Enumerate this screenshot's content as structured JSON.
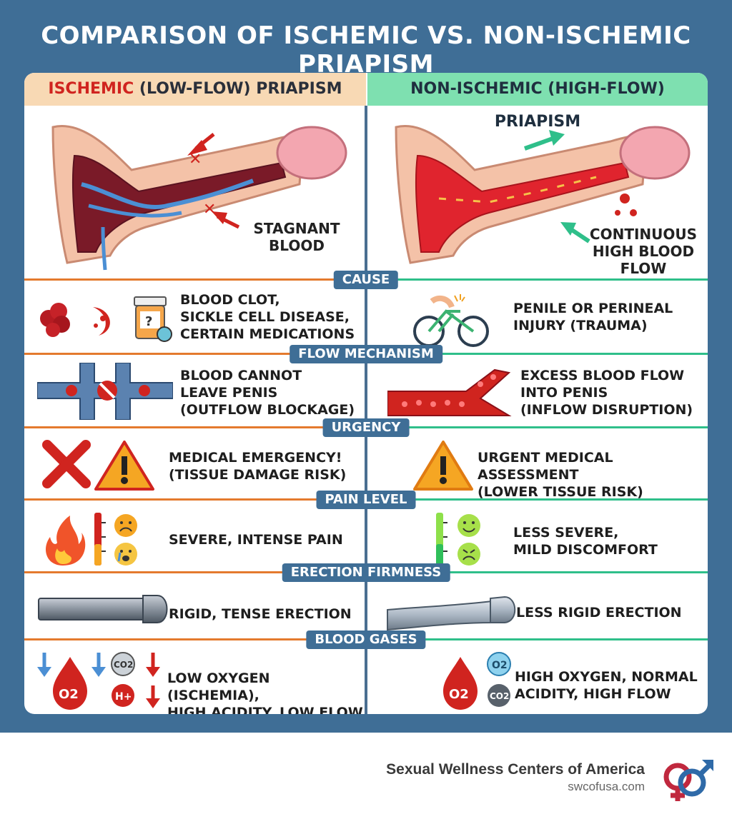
{
  "title": "COMPARISON OF ISCHEMIC VS. NON-ISCHEMIC PRIAPISM",
  "headers": {
    "left_accent": "ISCHEMIC",
    "left_rest": " (LOW-FLOW) PRIAPISM",
    "right": "NON-ISCHEMIC (HIGH-FLOW) PRIAPISM"
  },
  "illustrations": {
    "left_label": "STAGNANT\nBLOOD",
    "right_label": "CONTINUOUS\nHIGH BLOOD FLOW"
  },
  "rows": [
    {
      "label": "CAUSE",
      "left": "BLOOD CLOT,\nSICKLE CELL DISEASE,\nCERTAIN MEDICATIONS",
      "right": "PENILE OR PERINEAL\nINJURY (TRAUMA)"
    },
    {
      "label": "FLOW MECHANISM",
      "left": "BLOOD CANNOT\nLEAVE PENIS\n(OUTFLOW BLOCKAGE)",
      "right": "EXCESS BLOOD FLOW\nINTO PENIS\n(INFLOW DISRUPTION)"
    },
    {
      "label": "URGENCY",
      "left": "MEDICAL EMERGENCY!\n(TISSUE DAMAGE RISK)",
      "right": "URGENT MEDICAL ASSESSMENT\n(LOWER TISSUE RISK)"
    },
    {
      "label": "PAIN LEVEL",
      "left": "SEVERE, INTENSE PAIN",
      "right": "LESS SEVERE,\nMILD DISCOMFORT"
    },
    {
      "label": "ERECTION FIRMNESS",
      "left": "RIGID, TENSE ERECTION",
      "right": "LESS RIGID ERECTION"
    },
    {
      "label": "BLOOD GASES",
      "left": "LOW OXYGEN (ISCHEMIA),\nHIGH ACIDITY, LOW FLOW",
      "right": "HIGH OXYGEN, NORMAL\nACIDITY, HIGH FLOW"
    }
  ],
  "icon_text": {
    "o2": "O2",
    "co2": "CO2",
    "h_plus": "H+",
    "pill_q": "?"
  },
  "footer": {
    "brand": "Sexual Wellness Centers of America",
    "url": "swcofusa.com"
  },
  "colors": {
    "banner": "#3f6e96",
    "ischemic_header": "#f8d9b4",
    "non_ischemic_header": "#7ee0b0",
    "ischemic_line": "#e47a2e",
    "non_ischemic_line": "#2fbf8a",
    "accent_red": "#d0241f"
  }
}
